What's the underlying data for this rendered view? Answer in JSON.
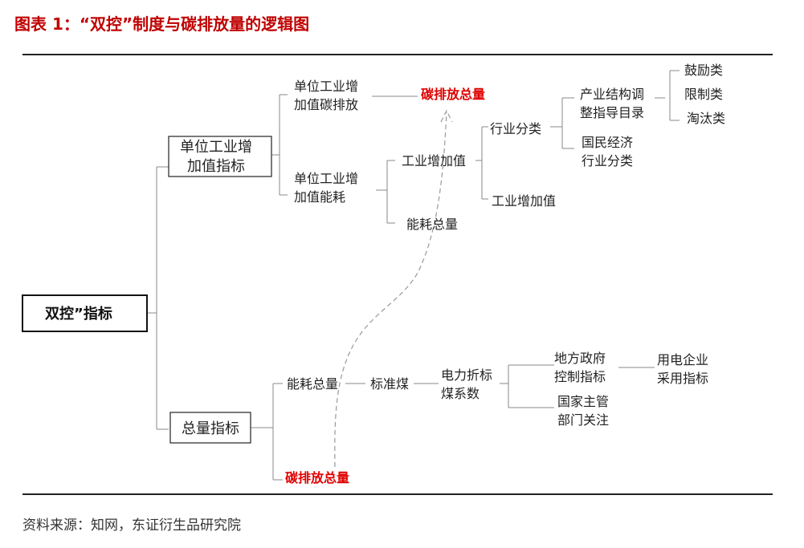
{
  "title": "图表 1：“双控”制度与碳排放量的逻辑图",
  "source": "资料来源：知网，东证衍生品研究院",
  "nodes": {
    "root": "双控”指标",
    "unit_indicator": [
      "单位工业增",
      "加值指标"
    ],
    "total_indicator": "总量指标",
    "unit_carbon": [
      "单位工业增",
      "加值碳排放"
    ],
    "unit_energy": [
      "单位工业增",
      "加值能耗"
    ],
    "carbon_top": "碳排放总量",
    "industry_value_added": "工业增加值",
    "energy_total_upper": "能耗总量",
    "industry_class": "行业分类",
    "industry_value_added_2": "工业增加值",
    "structure_catalog": [
      "产业结构调",
      "整指导目录"
    ],
    "national_class": [
      "国民经济",
      "行业分类"
    ],
    "encourage": "鼓励类",
    "restrict": "限制类",
    "eliminate": "淘汰类",
    "energy_total_lower": "能耗总量",
    "standard_coal": "标准煤",
    "power_coef": [
      "电力折标",
      "煤系数"
    ],
    "local_gov": [
      "地方政府",
      "控制指标"
    ],
    "national_dept": [
      "国家主管",
      "部门关注"
    ],
    "power_users": [
      "用电企业",
      "采用指标"
    ],
    "carbon_bottom": "碳排放总量"
  },
  "colors": {
    "title_red": "#c00000",
    "highlight_red": "#e00000"
  }
}
